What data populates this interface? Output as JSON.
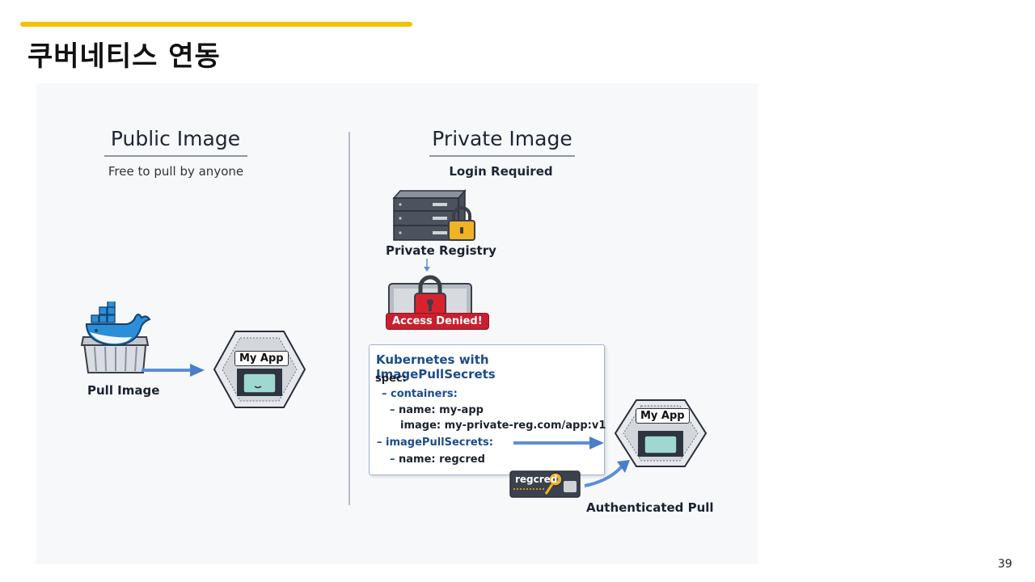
{
  "slide": {
    "title": "쿠버네티스 연동",
    "page_number": "39",
    "accent_color": "#f2c200"
  },
  "public": {
    "heading": "Public Image",
    "subheading": "Free to pull by anyone",
    "pull_label": "Pull Image",
    "app_label": "My App"
  },
  "private": {
    "heading": "Private Image",
    "subheading": "Login Required",
    "registry_label": "Private Registry",
    "access_denied": "Access Denied!",
    "code_title": "Kubernetes with ImagePullSecrets",
    "code_lines": {
      "spec": "spec:",
      "containers": "containers:",
      "name_app": "name: my-app",
      "image": "image: my-private-reg.com/app:v1",
      "pull_secrets": "imagePullSecrets:",
      "name_cred": "name: regcred"
    },
    "secret_tag": "regcred",
    "app_label": "My App",
    "auth_pull_label": "Authenticated Pull"
  },
  "icons": [
    "docker-whale-icon",
    "container-box-icon",
    "server-rack-icon",
    "padlock-icon",
    "key-icon",
    "arrow-right-icon"
  ],
  "colors": {
    "denied_red": "#c8202f",
    "arrow_blue": "#5b8fd6",
    "code_blue": "#1c4c8a",
    "lock_yellow": "#f0b323"
  }
}
